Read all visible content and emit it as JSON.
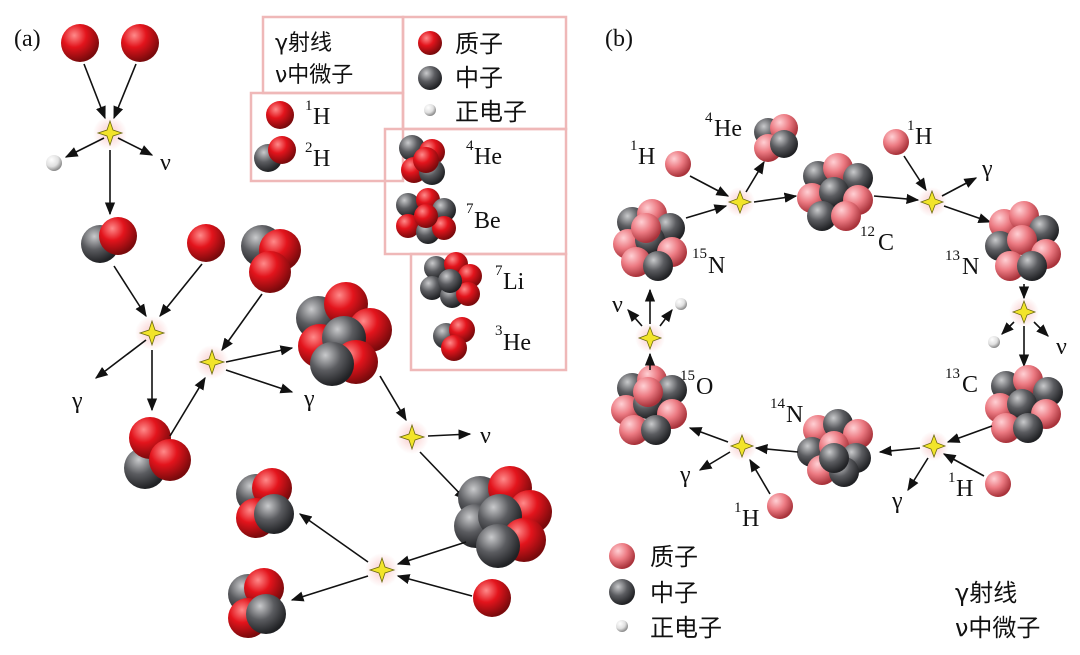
{
  "panels": {
    "a_label": "(a)",
    "b_label": "(b)"
  },
  "legend_a": {
    "gamma": "γ射线",
    "neutrino": "ν中微子",
    "proton": "质子",
    "neutron": "中子",
    "positron": "正电子",
    "h1_sup": "1",
    "h1_sym": "H",
    "h2_sup": "2",
    "h2_sym": "H",
    "he4_sup": "4",
    "he4_sym": "He",
    "be7_sup": "7",
    "be7_sym": "Be",
    "li7_sup": "7",
    "li7_sym": "Li",
    "he3_sup": "3",
    "he3_sym": "He"
  },
  "diagram_a": {
    "nu": "ν",
    "gamma": "γ"
  },
  "diagram_b": {
    "he4_sup": "4",
    "he4_sym": "He",
    "h1_sup": "1",
    "h1_sym": "H",
    "c12_sup": "12",
    "c12_sym": "C",
    "n13_sup": "13",
    "n13_sym": "N",
    "c13_sup": "13",
    "c13_sym": "C",
    "n14_sup": "14",
    "n14_sym": "N",
    "o15_sup": "15",
    "o15_sym": "O",
    "n15_sup": "15",
    "n15_sym": "N",
    "gamma": "γ",
    "nu": "ν"
  },
  "legend_b": {
    "proton": "质子",
    "neutron": "中子",
    "positron": "正电子",
    "gamma": "γ射线",
    "neutrino": "ν中微子"
  },
  "colors": {
    "proton_a": "#d8161e",
    "proton_b": "#ea6f77",
    "neutron": "#55565a",
    "positron": "#e4e4e4",
    "legend_border": "#efb8b8",
    "burst": "#f2e42a"
  }
}
